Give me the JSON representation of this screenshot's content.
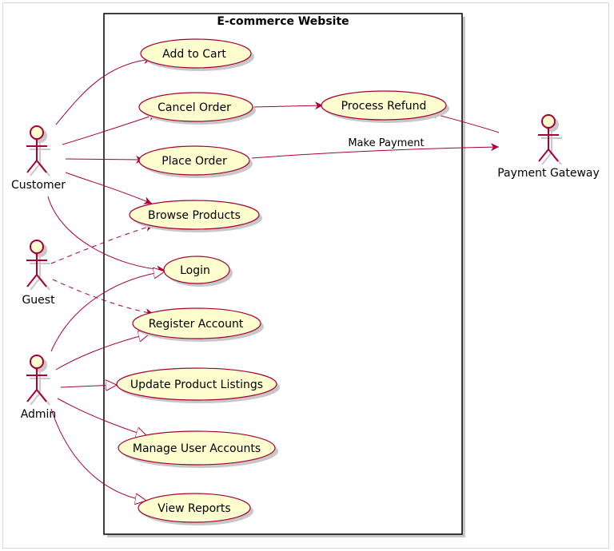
{
  "system": {
    "title": "E-commerce Website"
  },
  "actors": {
    "customer": "Customer",
    "guest": "Guest",
    "admin": "Admin",
    "payment_gateway": "Payment Gateway"
  },
  "use_cases": {
    "add_to_cart": "Add to Cart",
    "cancel_order": "Cancel Order",
    "process_refund": "Process Refund",
    "place_order": "Place Order",
    "browse_products": "Browse Products",
    "login": "Login",
    "register_account": "Register Account",
    "update_product_listings": "Update Product Listings",
    "manage_user_accounts": "Manage User Accounts",
    "view_reports": "View Reports"
  },
  "edge_labels": {
    "make_payment": "Make Payment"
  },
  "colors": {
    "line": "#A80036",
    "usecase_fill": "#FEFECE",
    "actor_fill": "#FEFECE",
    "shadow": "#c8c8c8"
  }
}
